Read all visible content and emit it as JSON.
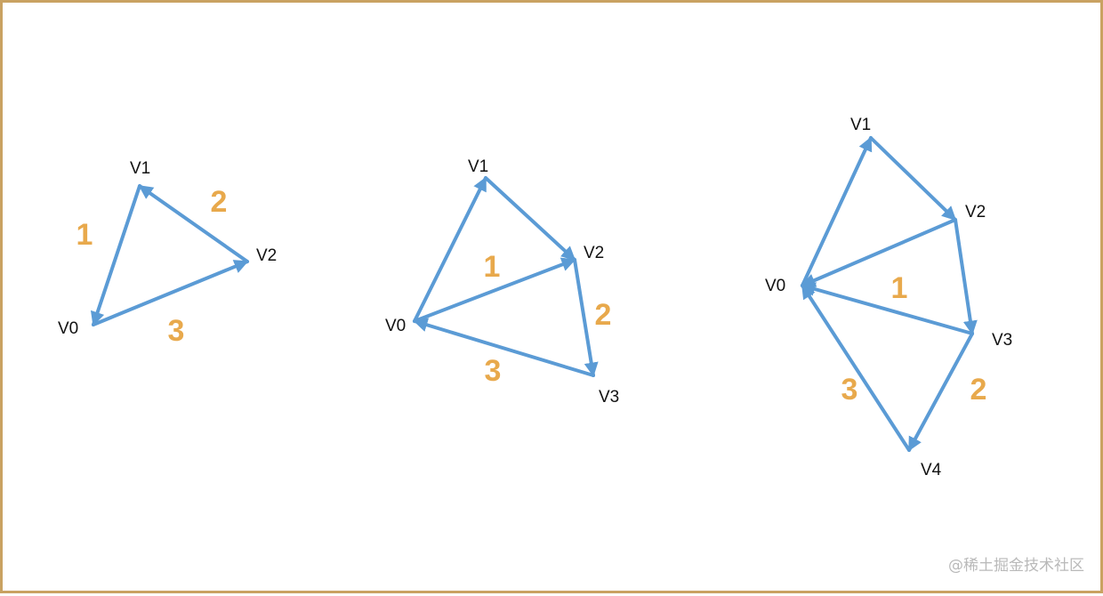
{
  "colors": {
    "arrow": "#5b9bd5",
    "number": "#e8a94c",
    "label": "#111111",
    "frame": "#c9a262",
    "watermark": "#b9b9b9"
  },
  "watermark": "@稀土掘金技术社区",
  "diagrams": [
    {
      "vertices": [
        "V0",
        "V1",
        "V2"
      ],
      "edges": [
        [
          "V1",
          "V0"
        ],
        [
          "V2",
          "V1"
        ],
        [
          "V0",
          "V2"
        ]
      ],
      "numbers": [
        "1",
        "2",
        "3"
      ]
    },
    {
      "vertices": [
        "V0",
        "V1",
        "V2",
        "V3"
      ],
      "edges": [
        [
          "V0",
          "V1"
        ],
        [
          "V1",
          "V2"
        ],
        [
          "V0",
          "V2"
        ],
        [
          "V2",
          "V3"
        ],
        [
          "V3",
          "V0"
        ]
      ],
      "numbers": [
        "1",
        "2",
        "3"
      ]
    },
    {
      "vertices": [
        "V0",
        "V1",
        "V2",
        "V3",
        "V4"
      ],
      "edges": [
        [
          "V0",
          "V1"
        ],
        [
          "V1",
          "V2"
        ],
        [
          "V2",
          "V0"
        ],
        [
          "V2",
          "V3"
        ],
        [
          "V3",
          "V0"
        ],
        [
          "V3",
          "V4"
        ],
        [
          "V4",
          "V0"
        ]
      ],
      "numbers": [
        "1",
        "2",
        "3"
      ]
    }
  ]
}
